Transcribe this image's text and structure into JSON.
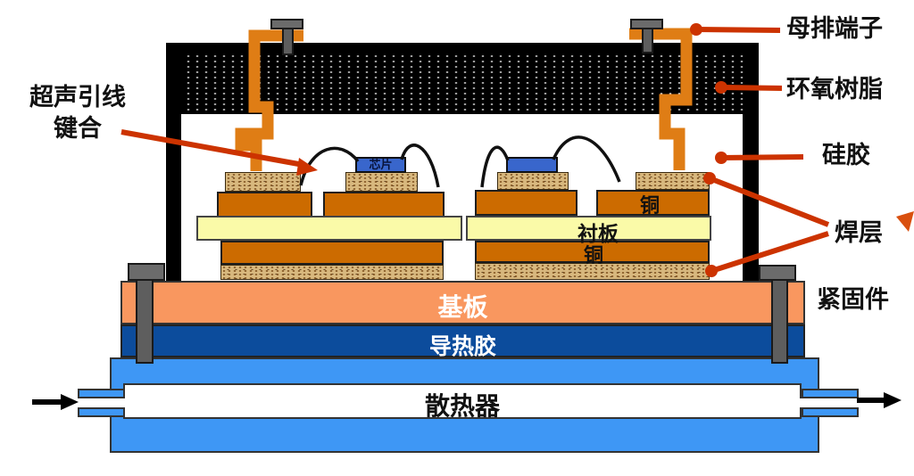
{
  "labels": {
    "busbar_terminal": "母排端子",
    "epoxy_resin": "环氧树脂",
    "silicone_gel": "硅胶",
    "solder_layer": "焊层",
    "fastener": "紧固件",
    "ultrasonic_bond_line1": "超声引线",
    "ultrasonic_bond_line2": "键合",
    "chip": "芯片",
    "copper_upper": "铜",
    "substrate": "衬板",
    "copper_lower": "铜",
    "base_plate": "基板",
    "thermal_adhesive": "导热胶",
    "heat_sink": "散热器"
  },
  "icons": {
    "flow_in": "black arrow pointing right into left coolant port",
    "flow_out": "black arrow pointing right out of right coolant port",
    "leader_dot": "red circle endpoint on leader lines",
    "annotation_mark": "small red triangle at right edge"
  },
  "colors": {
    "busbar_orange": "#DF7D15",
    "copper": "#CC6B00",
    "solder_tan": "#D8B87E",
    "substrate_yellow": "#FAFAA8",
    "chip_blue": "#3966CC",
    "base_plate_salmon": "#F9975F",
    "thermal_adhesive_blue": "#0C4C9C",
    "heat_sink_blue": "#3E97F5",
    "epoxy_black": "#000000",
    "leader_red": "#CC3300",
    "bolt_gray": "#6B6B6B"
  }
}
